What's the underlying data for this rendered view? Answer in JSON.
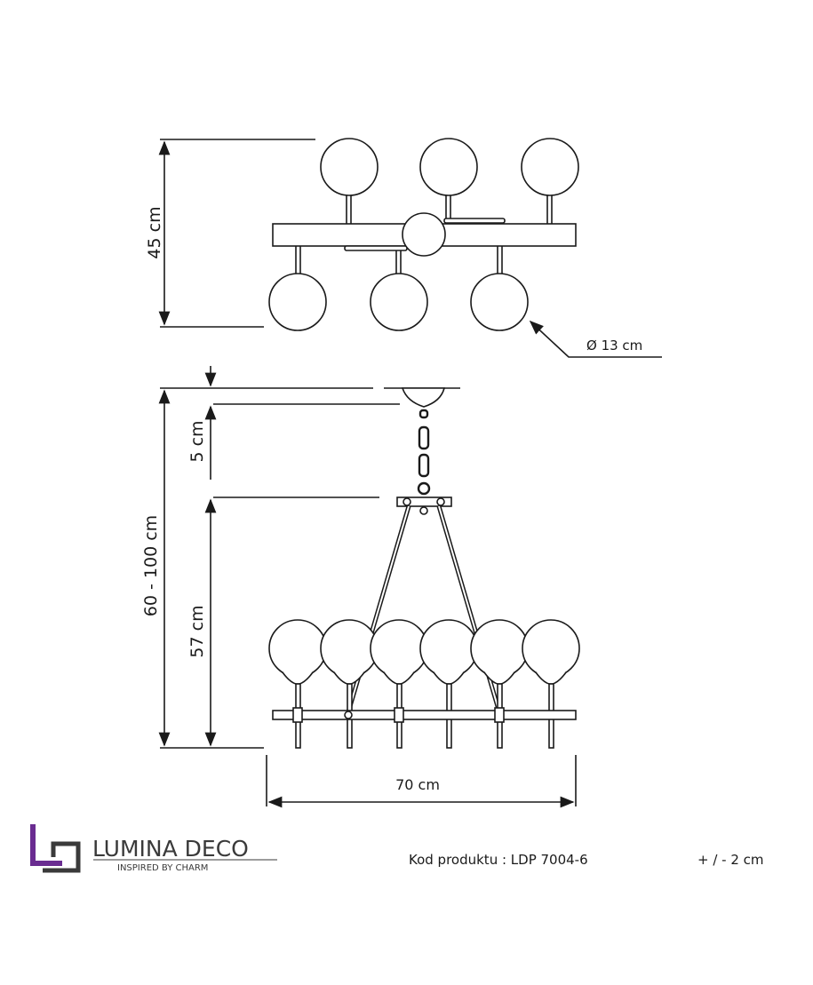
{
  "top_view": {
    "height_label": "45 cm",
    "globe_diameter_label": "Ø 13 cm"
  },
  "side_view": {
    "total_height_label": "60 - 100 cm",
    "canopy_label": "5 cm",
    "body_height_label": "57 cm",
    "width_label": "70 cm"
  },
  "footer": {
    "brand_name": "LUMINA DECO",
    "brand_tagline": "INSPIRED BY CHARM",
    "product_code": "Kod produktu : LDP 7004-6",
    "tolerance": "+ / - 2 cm"
  },
  "colors": {
    "line": "#1a1a1a",
    "logo_purple": "#6a2c91",
    "logo_gray": "#3a3a3a"
  }
}
